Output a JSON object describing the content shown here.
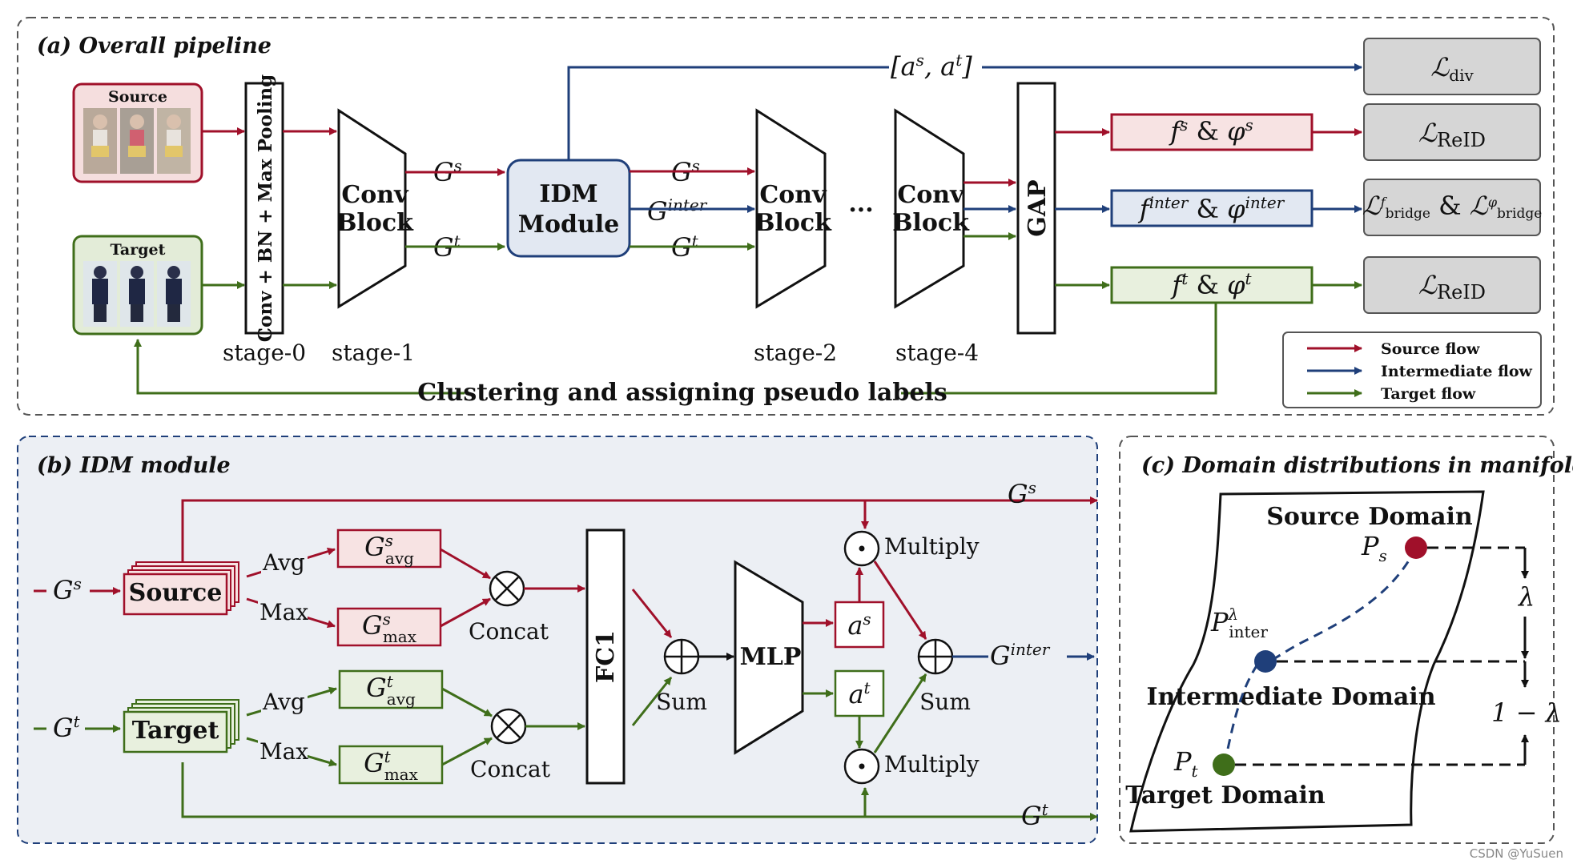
{
  "panel_a": {
    "title": "(a) Overall pipeline",
    "source_label": "Source",
    "target_label": "Target",
    "stage0_block": "Conv + BN + Max Pooling",
    "conv_block_line1": "Conv",
    "conv_block_line2": "Block",
    "idm_line1": "IDM",
    "idm_line2": "Module",
    "ellipsis": "...",
    "gap": "GAP",
    "stage_labels": [
      "stage-0",
      "stage-1",
      "stage-2",
      "stage-4"
    ],
    "feat_source": "f",
    "feat_inter": "f",
    "feat_target": "f",
    "amp": "&",
    "loss_div": "ℒ",
    "loss_reid": "ℒ",
    "loss_bridge": "ℒ",
    "div_sub": "div",
    "reid_sub": "ReID",
    "bridge_sub": "bridge",
    "clustering": "Clustering and assigning pseudo labels",
    "legend": [
      {
        "label": "Source flow",
        "color": "#a0102a"
      },
      {
        "label": "Intermediate flow",
        "color": "#1f3f7a"
      },
      {
        "label": "Target flow",
        "color": "#3f6e1a"
      }
    ]
  },
  "panel_b": {
    "title": "(b) IDM module",
    "source_label": "Source",
    "target_label": "Target",
    "avg": "Avg",
    "max": "Max",
    "concat": "Concat",
    "fc1": "FC1",
    "mlp": "MLP",
    "sum": "Sum",
    "multiply": "Multiply"
  },
  "panel_c": {
    "title": "(c) Domain distributions in manifold",
    "source_domain": "Source Domain",
    "intermediate_domain": "Intermediate Domain",
    "target_domain": "Target Domain",
    "lambda": "λ",
    "one_minus_lambda": "1 − λ"
  },
  "watermark": "CSDN @YuSuen",
  "colors": {
    "source": "#a0102a",
    "inter": "#1f3f7a",
    "target": "#3f6e1a",
    "source_fill": "#f7e3e3",
    "target_fill": "#e8f0de",
    "inter_fill": "#e2e8f2",
    "loss_fill": "#d6d6d6",
    "panel_b_bg": "#eceff4"
  }
}
